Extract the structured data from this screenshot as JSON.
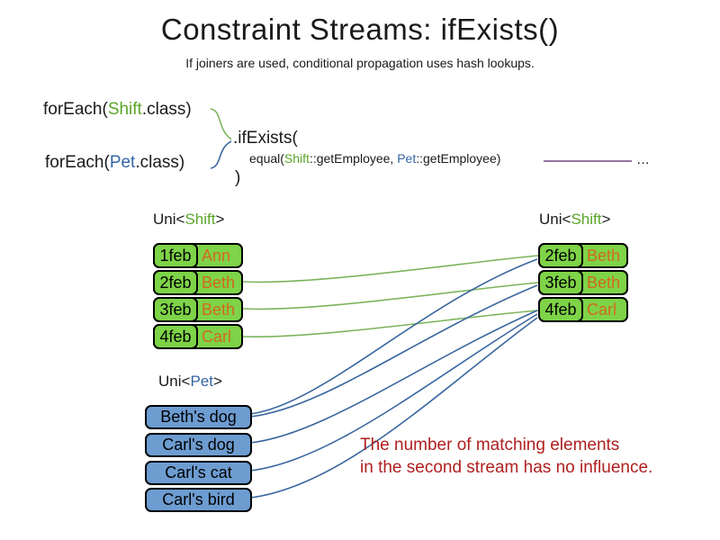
{
  "header": {
    "title": "Constraint Streams: ifExists()",
    "subtitle": "If joiners are used, conditional propagation uses hash lookups."
  },
  "code": {
    "foreach_shift": {
      "pre": "forEach(",
      "class_name": "Shift",
      "post": ".class)"
    },
    "foreach_pet": {
      "pre": "forEach(",
      "class_name": "Pet",
      "post": ".class)"
    },
    "if_exists": ".ifExists(",
    "equal": {
      "pre": "equal(",
      "shift": "Shift",
      "mid": "::getEmployee, ",
      "pet": "Pet",
      "post": "::getEmployee)"
    },
    "ellipsis": "…",
    "close_paren": ")"
  },
  "streams": {
    "left_shift": {
      "label": {
        "pre": "Uni<",
        "type": "Shift",
        "post": ">"
      },
      "rows": [
        {
          "date": "1feb",
          "employee": "Ann"
        },
        {
          "date": "2feb",
          "employee": "Beth"
        },
        {
          "date": "3feb",
          "employee": "Beth"
        },
        {
          "date": "4feb",
          "employee": "Carl"
        }
      ]
    },
    "right_shift": {
      "label": {
        "pre": "Uni<",
        "type": "Shift",
        "post": ">"
      },
      "rows": [
        {
          "date": "2feb",
          "employee": "Beth"
        },
        {
          "date": "3feb",
          "employee": "Beth"
        },
        {
          "date": "4feb",
          "employee": "Carl"
        }
      ]
    },
    "pet": {
      "label": {
        "pre": "Uni<",
        "type": "Pet",
        "post": ">"
      },
      "items": [
        {
          "name": "Beth's dog"
        },
        {
          "name": "Carl's dog"
        },
        {
          "name": "Carl's cat"
        },
        {
          "name": "Carl's bird"
        }
      ]
    }
  },
  "note": {
    "line1": "The number of matching elements",
    "line2": "in the second stream has no influence."
  },
  "colors": {
    "class_green": "#5aa52a",
    "class_blue": "#3465a4",
    "shift_box_green": "#7ed348",
    "pet_box_blue": "#6d9cd1",
    "employee_orange": "#d2691e",
    "note_red": "#b02020",
    "connector_green": "#7cb45c",
    "connector_blue": "#39679e",
    "dash_purple": "#9474a4"
  }
}
